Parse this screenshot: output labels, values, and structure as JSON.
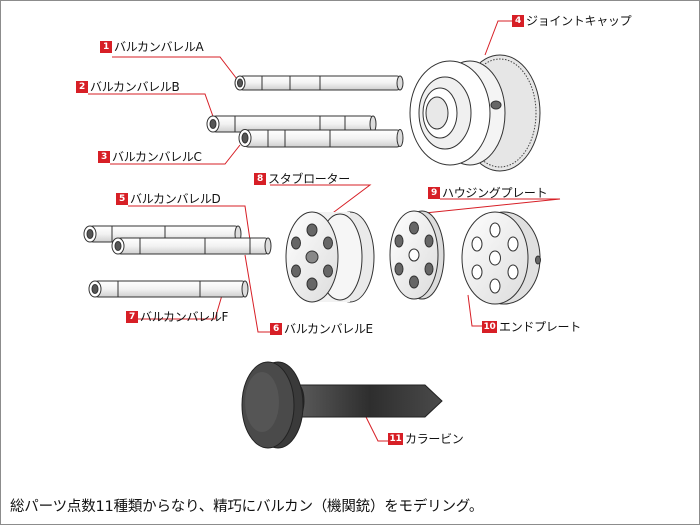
{
  "colors": {
    "accent": "#d71f26",
    "part_fill": "#ffffff",
    "part_stroke": "#333333",
    "collar_fill": "#3a3a3a",
    "leader": "#d71f26"
  },
  "parts": [
    {
      "num": "1",
      "label": "バルカンバレルA"
    },
    {
      "num": "2",
      "label": "バルカンバレルB"
    },
    {
      "num": "3",
      "label": "バルカンバレルC"
    },
    {
      "num": "4",
      "label": "ジョイントキャップ"
    },
    {
      "num": "5",
      "label": "バルカンバレルD"
    },
    {
      "num": "6",
      "label": "バルカンバレルE"
    },
    {
      "num": "7",
      "label": "バルカンバレルF"
    },
    {
      "num": "8",
      "label": "スタブローター"
    },
    {
      "num": "9",
      "label": "ハウジングプレート"
    },
    {
      "num": "10",
      "label": "エンドプレート"
    },
    {
      "num": "11",
      "label": "カラービン"
    }
  ],
  "caption": "総パーツ点数11種類からなり、精巧にバルカン（機関銃）をモデリング。"
}
